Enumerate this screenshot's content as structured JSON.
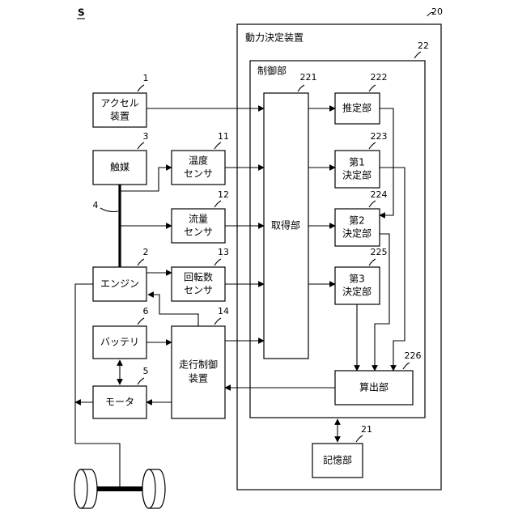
{
  "figure": {
    "system_label": "S"
  },
  "refs": {
    "r20": "20",
    "r22": "22",
    "r221": "221",
    "r222": "222",
    "r223": "223",
    "r224": "224",
    "r225": "225",
    "r226": "226",
    "r21": "21",
    "r1": "1",
    "r3": "3",
    "r4": "4",
    "r2": "2",
    "r6": "6",
    "r5": "5",
    "r11": "11",
    "r12": "12",
    "r13": "13",
    "r14": "14"
  },
  "blocks": {
    "power_device": "動力決定装置",
    "control_unit": "制御部",
    "accelerator": [
      "アクセル",
      "装置"
    ],
    "catalyst": "触媒",
    "temp_sensor": [
      "温度",
      "センサ"
    ],
    "flow_sensor": [
      "流量",
      "センサ"
    ],
    "rpm_sensor": [
      "回転数",
      "センサ"
    ],
    "engine": "エンジン",
    "battery": "バッテリ",
    "motor": "モータ",
    "travel_control": [
      "走行制御",
      "装置"
    ],
    "acquisition": "取得部",
    "estimation": "推定部",
    "decision1": [
      "第1",
      "決定部"
    ],
    "decision2": [
      "第2",
      "決定部"
    ],
    "decision3": [
      "第3",
      "決定部"
    ],
    "calculation": "算出部",
    "storage": "記憶部"
  }
}
